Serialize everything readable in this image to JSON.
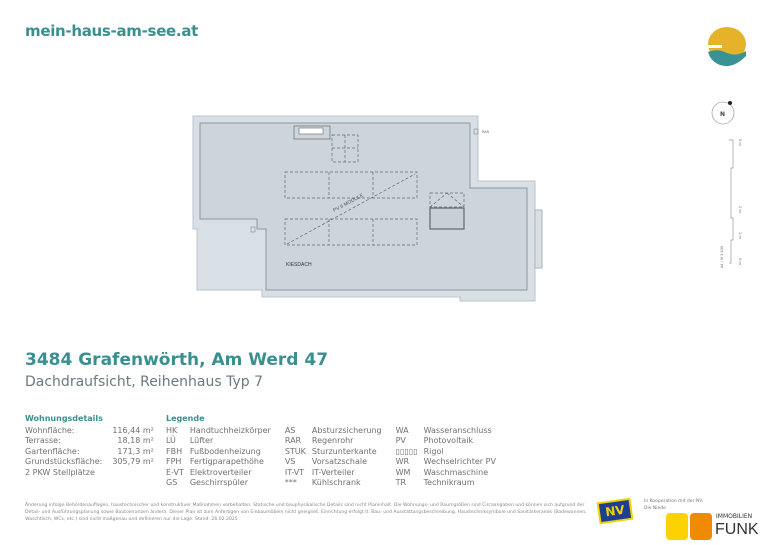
{
  "site": "mein-haus-am-see.at",
  "title": "3484 Grafenwörth, Am Werd 47",
  "subtitle": "Dachdraufsicht, Reihenhaus Typ 7",
  "plan": {
    "roof_label": "KIESDACH",
    "pv_label": "PV 6 MODULE",
    "rar_label": "RAR",
    "north": "N",
    "scale": "A4 / M 1:100",
    "scale_ticks": [
      "0 m",
      "1 m",
      "2 m",
      "5 m"
    ]
  },
  "details": {
    "heading": "Wohnungsdetails",
    "rows": [
      {
        "label": "Wohnfläche:",
        "value": "116,44 m²"
      },
      {
        "label": "Terrasse:",
        "value": "18,18 m²"
      },
      {
        "label": "Gartenfläche:",
        "value": "171,3 m²"
      },
      {
        "label": "Grundstücksfläche:",
        "value": "305,79 m²"
      },
      {
        "label": "2 PKW Stellplätze",
        "value": ""
      }
    ]
  },
  "legend": {
    "heading": "Legende",
    "items": [
      {
        "abbr": "HK",
        "text": "Handtuchheizkörper"
      },
      {
        "abbr": "LÜ",
        "text": "Lüfter"
      },
      {
        "abbr": "FBH",
        "text": "Fußbodenheizung"
      },
      {
        "abbr": "FPH",
        "text": "Fertigparapethöhe"
      },
      {
        "abbr": "E-VT",
        "text": "Elektroverteiler"
      },
      {
        "abbr": "GS",
        "text": "Geschirrspüler"
      },
      {
        "abbr": "AS",
        "text": "Absturzsicherung"
      },
      {
        "abbr": "RAR",
        "text": "Regenrohr"
      },
      {
        "abbr": "STUK",
        "text": "Sturzunterkante"
      },
      {
        "abbr": "VS",
        "text": "Vorsatzschale"
      },
      {
        "abbr": "IT-VT",
        "text": "IT-Verteiler"
      },
      {
        "abbr": "***",
        "text": "Kühlschrank"
      },
      {
        "abbr": "WA",
        "text": "Wasseranschluss"
      },
      {
        "abbr": "PV",
        "text": "Photovoltaik"
      },
      {
        "abbr": "▯▯▯▯▯",
        "text": "Rigol"
      },
      {
        "abbr": "WR",
        "text": "Wechselrichter PV"
      },
      {
        "abbr": "WM",
        "text": "Waschmaschine"
      },
      {
        "abbr": "TR",
        "text": "Technikraum"
      }
    ]
  },
  "disclaimer": "Änderung infolge Behördenauflagen, haustechnischer und konstruktiver Maßnahmen vorbehalten. Statische und bauphysikalische Details sind nicht Planinhalt. Die Wohnungs- und Raumgrößen sind Circaangaben und können sich aufgrund der Detail- und Ausführungsplanung sowie Bautoleranzen ändern. Dieser Plan ist zum Anfertigen von Einbaumöbeln nicht geeignet. Einrichtung erfolgt lt. Bau- und Ausstattungsbeschreibung. Haustechniksymbole und Sanitärkeramik (Badewannen, Waschtisch, WCs, etc.) sind nicht maßgenau und definieren nur die Lage. Stand: 26.02.2025",
  "cooperation": {
    "line1": "In Kooperation mit der NV.",
    "line2": "Die Niede",
    "nv_logo": "NV",
    "funk_small": "IMMOBILIEN",
    "funk_big": "FUNK"
  }
}
